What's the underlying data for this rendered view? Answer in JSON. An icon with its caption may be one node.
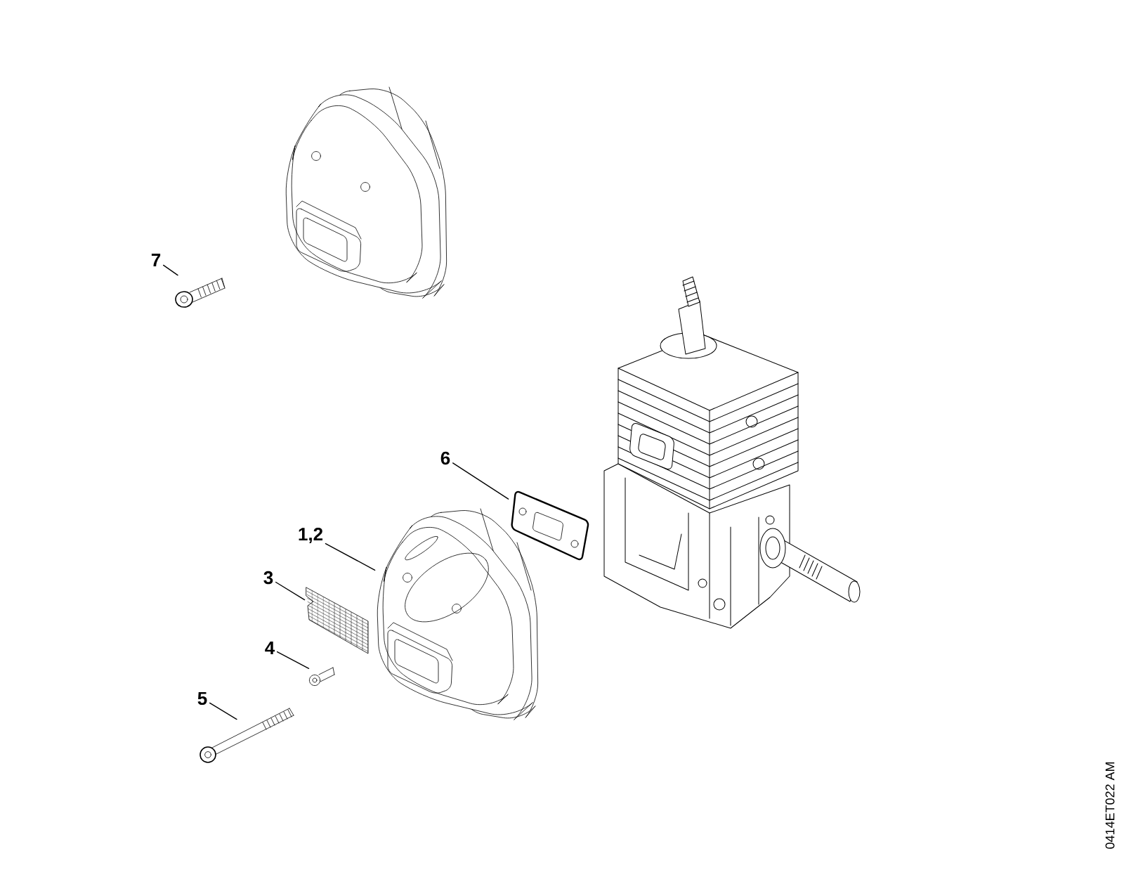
{
  "diagram": {
    "nodes": [
      {
        "text": [
          "7"
        ]
      },
      {
        "text": [],
        "shape": "picture"
      },
      {
        "text": [
          "6"
        ]
      },
      {
        "text": [],
        "shape": "picture"
      },
      {
        "text": [
          "1,2"
        ]
      },
      {
        "text": [],
        "shape": "picture"
      },
      {
        "text": [
          "3"
        ]
      },
      {
        "text": [],
        "shape": "picture"
      },
      {
        "text": [
          "4"
        ]
      },
      {
        "text": [],
        "shape": "picture"
      },
      {
        "text": [
          "5"
        ]
      },
      {
        "text": [],
        "shape": "picture"
      }
    ],
    "edges": [
      {
        "from": 0,
        "to": 1,
        "arrow": "none"
      },
      {
        "from": 2,
        "to": 3,
        "arrow": "none"
      },
      {
        "from": 4,
        "to": 5,
        "arrow": "none"
      },
      {
        "from": 6,
        "to": 7,
        "arrow": "none"
      },
      {
        "from": 8,
        "to": 9,
        "arrow": "none"
      },
      {
        "from": 10,
        "to": 11,
        "arrow": "none"
      }
    ],
    "labels": [
      "0414ET022 AM"
    ]
  }
}
